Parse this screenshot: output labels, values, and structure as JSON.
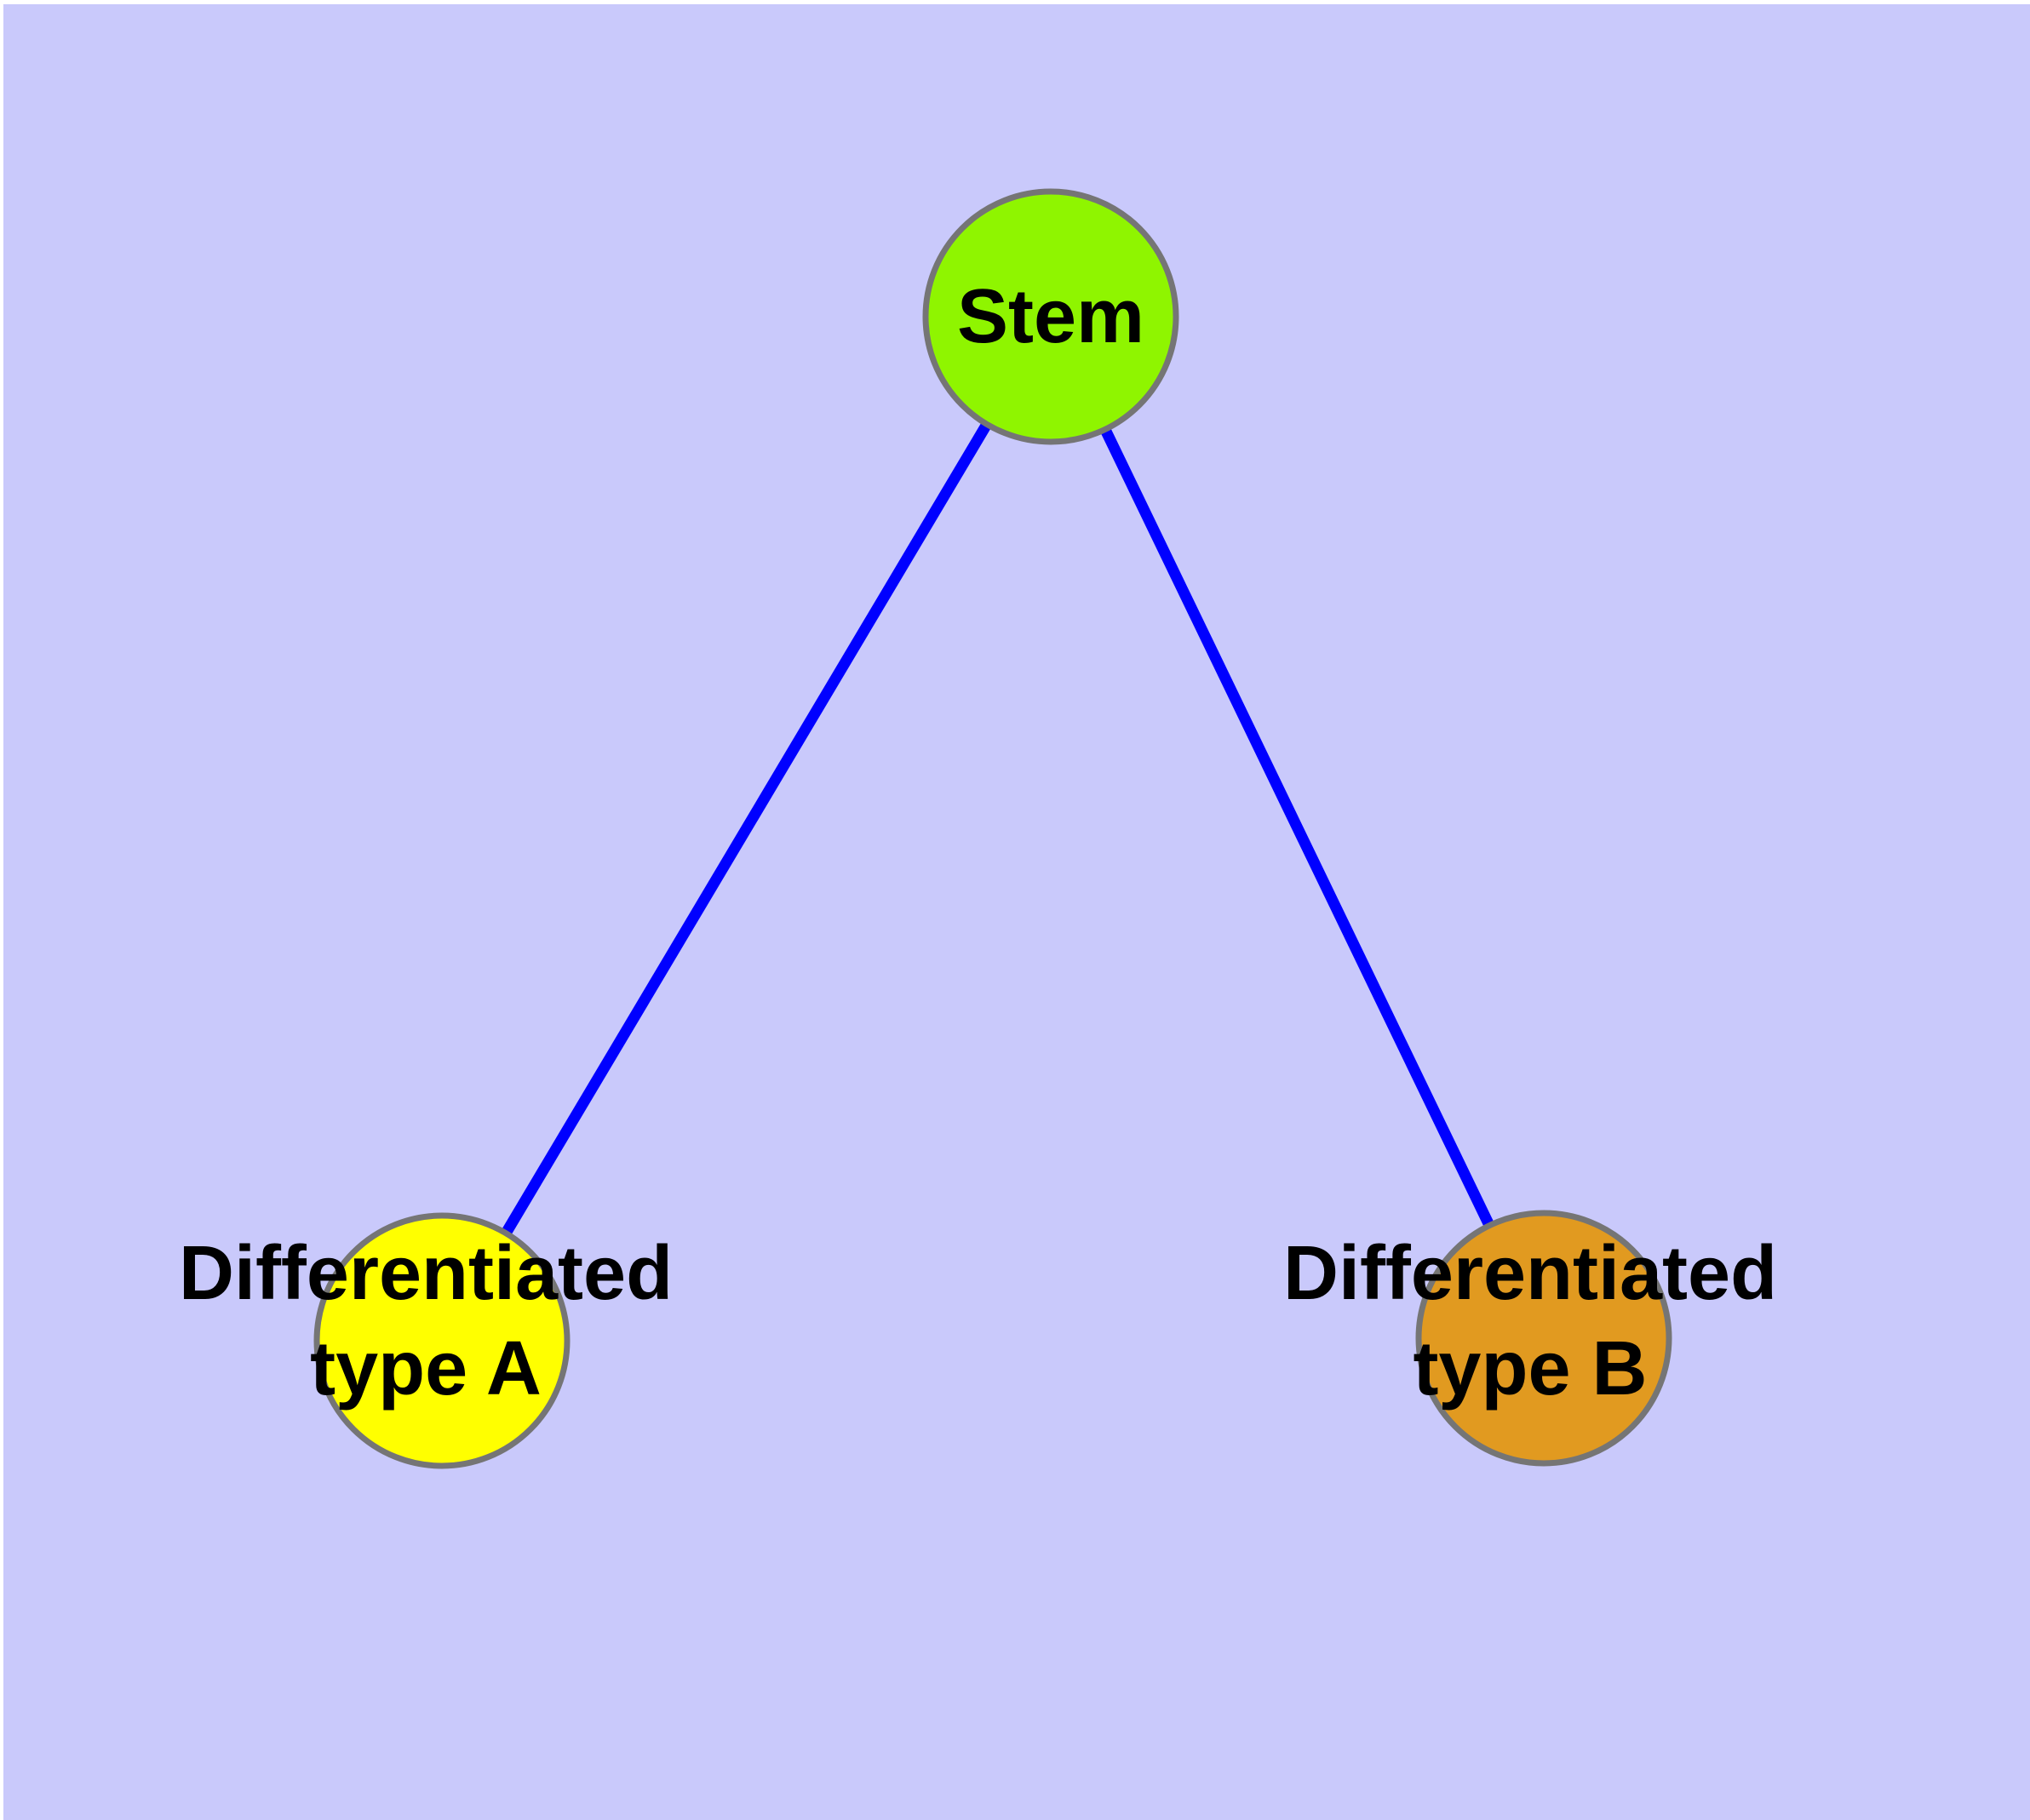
{
  "diagram": {
    "type": "graph",
    "background_color": "#C9C9FB",
    "page_margin_color": "#FFFFFF",
    "text_color": "#000000",
    "nodes": [
      {
        "id": "stem",
        "label": "Stem",
        "label_lines": [
          "Stem"
        ],
        "fill_color": "#8FF500",
        "border_color": "#757575"
      },
      {
        "id": "differentiated-type-a",
        "label": "Differentiated type A",
        "label_lines": [
          "Differentiated",
          "type A"
        ],
        "fill_color": "#FFFF00",
        "border_color": "#757575"
      },
      {
        "id": "differentiated-type-b",
        "label": "Differentiated type B",
        "label_lines": [
          "Differentiated",
          "type B"
        ],
        "fill_color": "#E19A20",
        "border_color": "#757575"
      }
    ],
    "edges": [
      {
        "from": "stem",
        "to": "differentiated-type-a",
        "color": "#0000FF"
      },
      {
        "from": "stem",
        "to": "differentiated-type-b",
        "color": "#0000FF"
      }
    ]
  }
}
